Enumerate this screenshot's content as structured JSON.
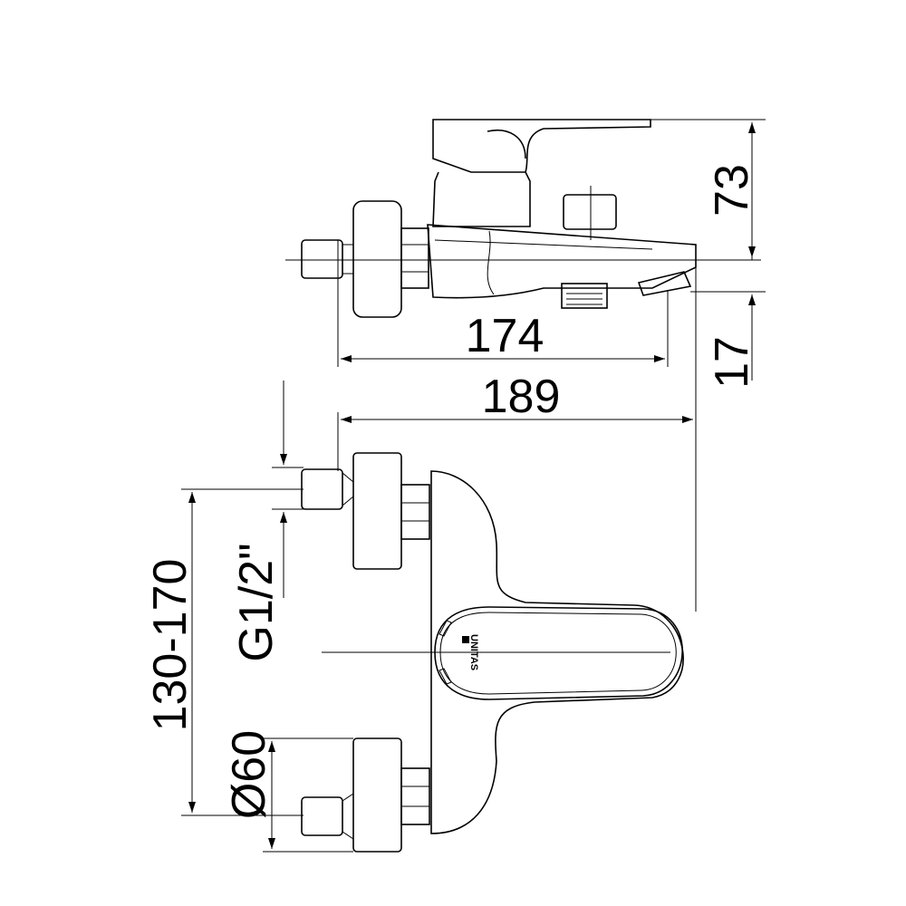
{
  "dimensions": {
    "height_top": "73",
    "spout_drop": "17",
    "length_spout": "174",
    "length_total": "189",
    "center_distance": "130-170",
    "thread": "G1/2\"",
    "flange_diameter": "Ø60"
  },
  "logo": "UNITAS",
  "colors": {
    "line": "#000000",
    "background": "#ffffff"
  }
}
